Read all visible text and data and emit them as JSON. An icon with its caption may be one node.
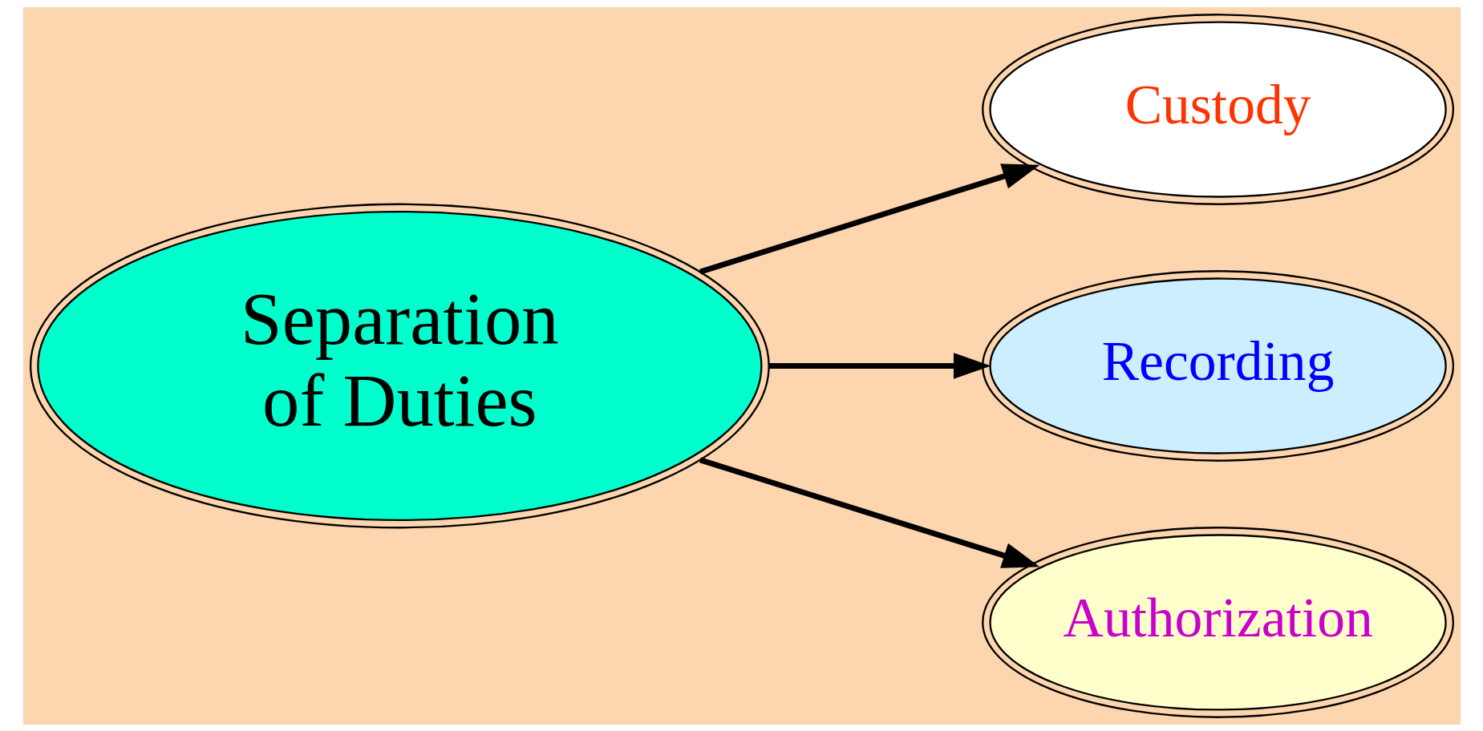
{
  "diagram": {
    "nodes": [
      {
        "text": [
          "Separation of Duties"
        ]
      },
      {
        "text": [
          "Custody"
        ]
      },
      {
        "text": [
          "Recording"
        ]
      },
      {
        "text": [
          "Authorization"
        ]
      }
    ],
    "edges": [
      {
        "from": 0,
        "to": 1,
        "arrow": "to"
      },
      {
        "from": 0,
        "to": 2,
        "arrow": "to"
      },
      {
        "from": 0,
        "to": 3,
        "arrow": "to"
      }
    ]
  }
}
